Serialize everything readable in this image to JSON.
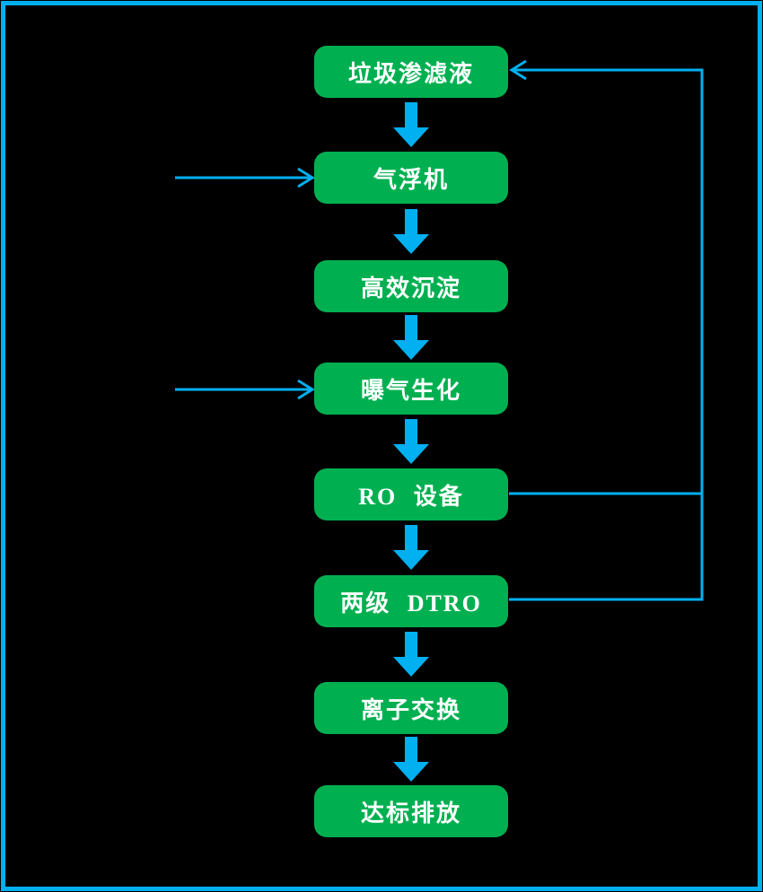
{
  "flowchart": {
    "nodes": [
      {
        "id": "leachate",
        "label": "垃圾渗滤液"
      },
      {
        "id": "air-flotation",
        "label": "气浮机"
      },
      {
        "id": "sedimentation",
        "label": "高效沉淀"
      },
      {
        "id": "aeration",
        "label": "曝气生化"
      },
      {
        "id": "ro-equipment",
        "label": "RO 设备"
      },
      {
        "id": "two-stage-dtro",
        "label": "两级 DTRO"
      },
      {
        "id": "ion-exchange",
        "label": "离子交换"
      },
      {
        "id": "discharge",
        "label": "达标排放"
      }
    ],
    "edges": [
      {
        "from": "leachate",
        "to": "air-flotation",
        "style": "block-arrow-down"
      },
      {
        "from": "air-flotation",
        "to": "sedimentation",
        "style": "block-arrow-down"
      },
      {
        "from": "sedimentation",
        "to": "aeration",
        "style": "block-arrow-down"
      },
      {
        "from": "aeration",
        "to": "ro-equipment",
        "style": "block-arrow-down"
      },
      {
        "from": "ro-equipment",
        "to": "two-stage-dtro",
        "style": "block-arrow-down"
      },
      {
        "from": "two-stage-dtro",
        "to": "ion-exchange",
        "style": "block-arrow-down"
      },
      {
        "from": "ion-exchange",
        "to": "discharge",
        "style": "block-arrow-down"
      },
      {
        "from": "ro-equipment",
        "to": "leachate",
        "style": "thin-line-right-side-return"
      },
      {
        "from": "two-stage-dtro",
        "to": "leachate",
        "style": "thin-line-right-side-return"
      },
      {
        "from": "external-left",
        "to": "air-flotation",
        "style": "thin-arrow-in"
      },
      {
        "from": "external-left",
        "to": "aeration",
        "style": "thin-arrow-in"
      }
    ],
    "colors": {
      "background": "#000000",
      "frame_border": "#00B0F0",
      "node_fill": "#00B050",
      "node_text": "#FFFFFF",
      "connector": "#00B0F0"
    }
  }
}
